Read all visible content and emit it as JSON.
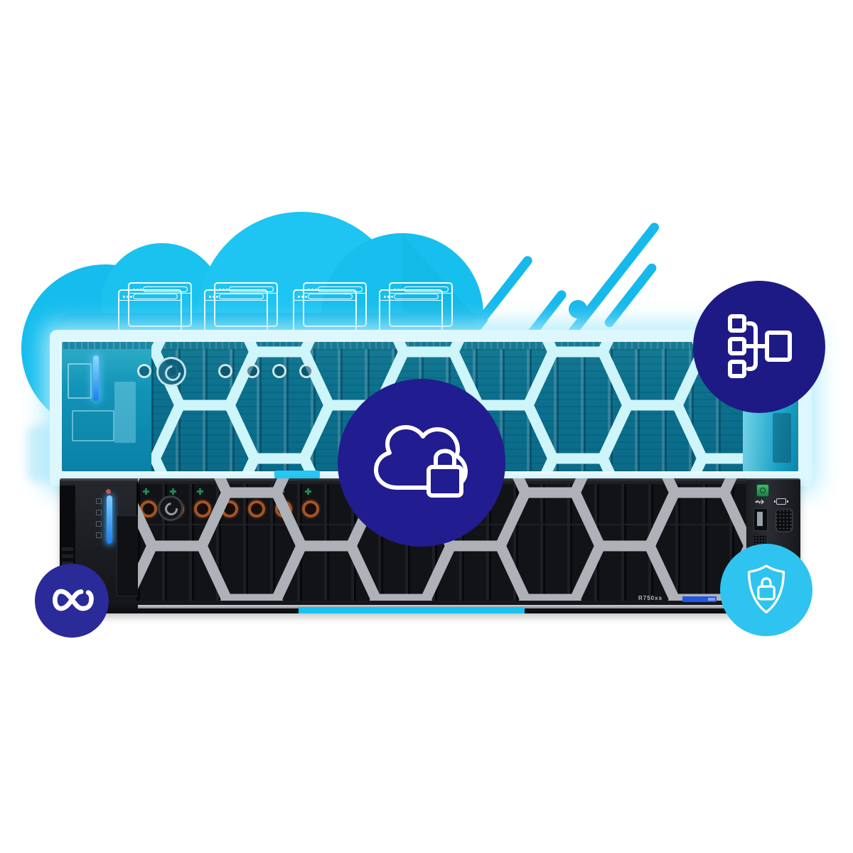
{
  "scene": {
    "description": "Cloud and data-center server security hero illustration",
    "background_color": "#ffffff"
  },
  "cloud": {
    "color": "#12bbec",
    "browser_window_pairs": 4,
    "browser_window_icon": "browser-window-icon"
  },
  "speed_lines": {
    "count": 4,
    "dot_count": 1,
    "color": "#16b9ec"
  },
  "xray_server": {
    "style": "x-ray transparent server chassis",
    "glow_color": "#ddf7fe",
    "body_color": "#18b2d8",
    "hex_grille_stroke": "#cdf5fa",
    "drive_led_count": 6,
    "panel_led_color": "#1e7ff0"
  },
  "server": {
    "model_label": "R750xs",
    "body_color": "#17181c",
    "grille_color": "#aeb2b8",
    "drive_led_color": "#e0702c",
    "drive_led_count": 7,
    "drive_status_led_color": "#2fb565",
    "panel_led_color": "#3fb4ff",
    "power_button_color": "#2f9e58",
    "accent_strip_color": "#17c3f2",
    "service_tag_color": "#2456e4",
    "ports": [
      "power-button",
      "usb-port",
      "vga-port"
    ]
  },
  "badges": {
    "network": {
      "shape": "circle",
      "color": "#1e1a85",
      "icon": "hierarchy-icon"
    },
    "cloud_security": {
      "shape": "circle",
      "color": "#211c8f",
      "icon": "cloud-lock-icon"
    },
    "shield": {
      "shape": "circle",
      "color": "#2fc3ef",
      "icon": "shield-lock-icon"
    },
    "brand": {
      "shape": "circle",
      "color": "#2a2a99",
      "icon": "infinity-logo-icon"
    }
  }
}
